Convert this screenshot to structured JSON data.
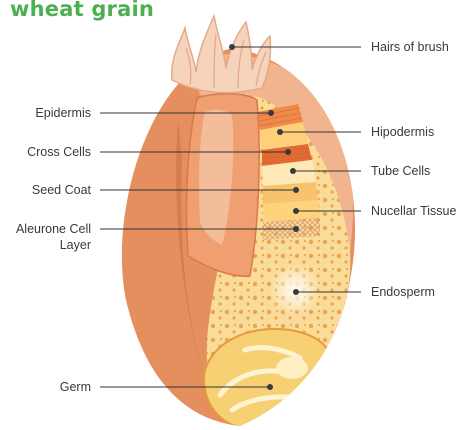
{
  "title": "wheat grain",
  "labels": {
    "hairs_of_brush": "Hairs of brush",
    "epidermis": "Epidermis",
    "hipodermis": "Hipodermis",
    "cross_cells": "Cross Cells",
    "tube_cells": "Tube Cells",
    "seed_coat": "Seed Coat",
    "nucellar_tissue": "Nucellar Tissue",
    "aleurone_line1": "Aleurone Cell",
    "aleurone_line2": "Layer",
    "endosperm": "Endosperm",
    "germ": "Germ"
  },
  "colors": {
    "title": "#4caf50",
    "hull_outer": "#e58e5e",
    "hull_light": "#f2b48f",
    "brush": "#f6d3bd",
    "endosperm": "#f9dc9a",
    "germ": "#f7d074"
  }
}
